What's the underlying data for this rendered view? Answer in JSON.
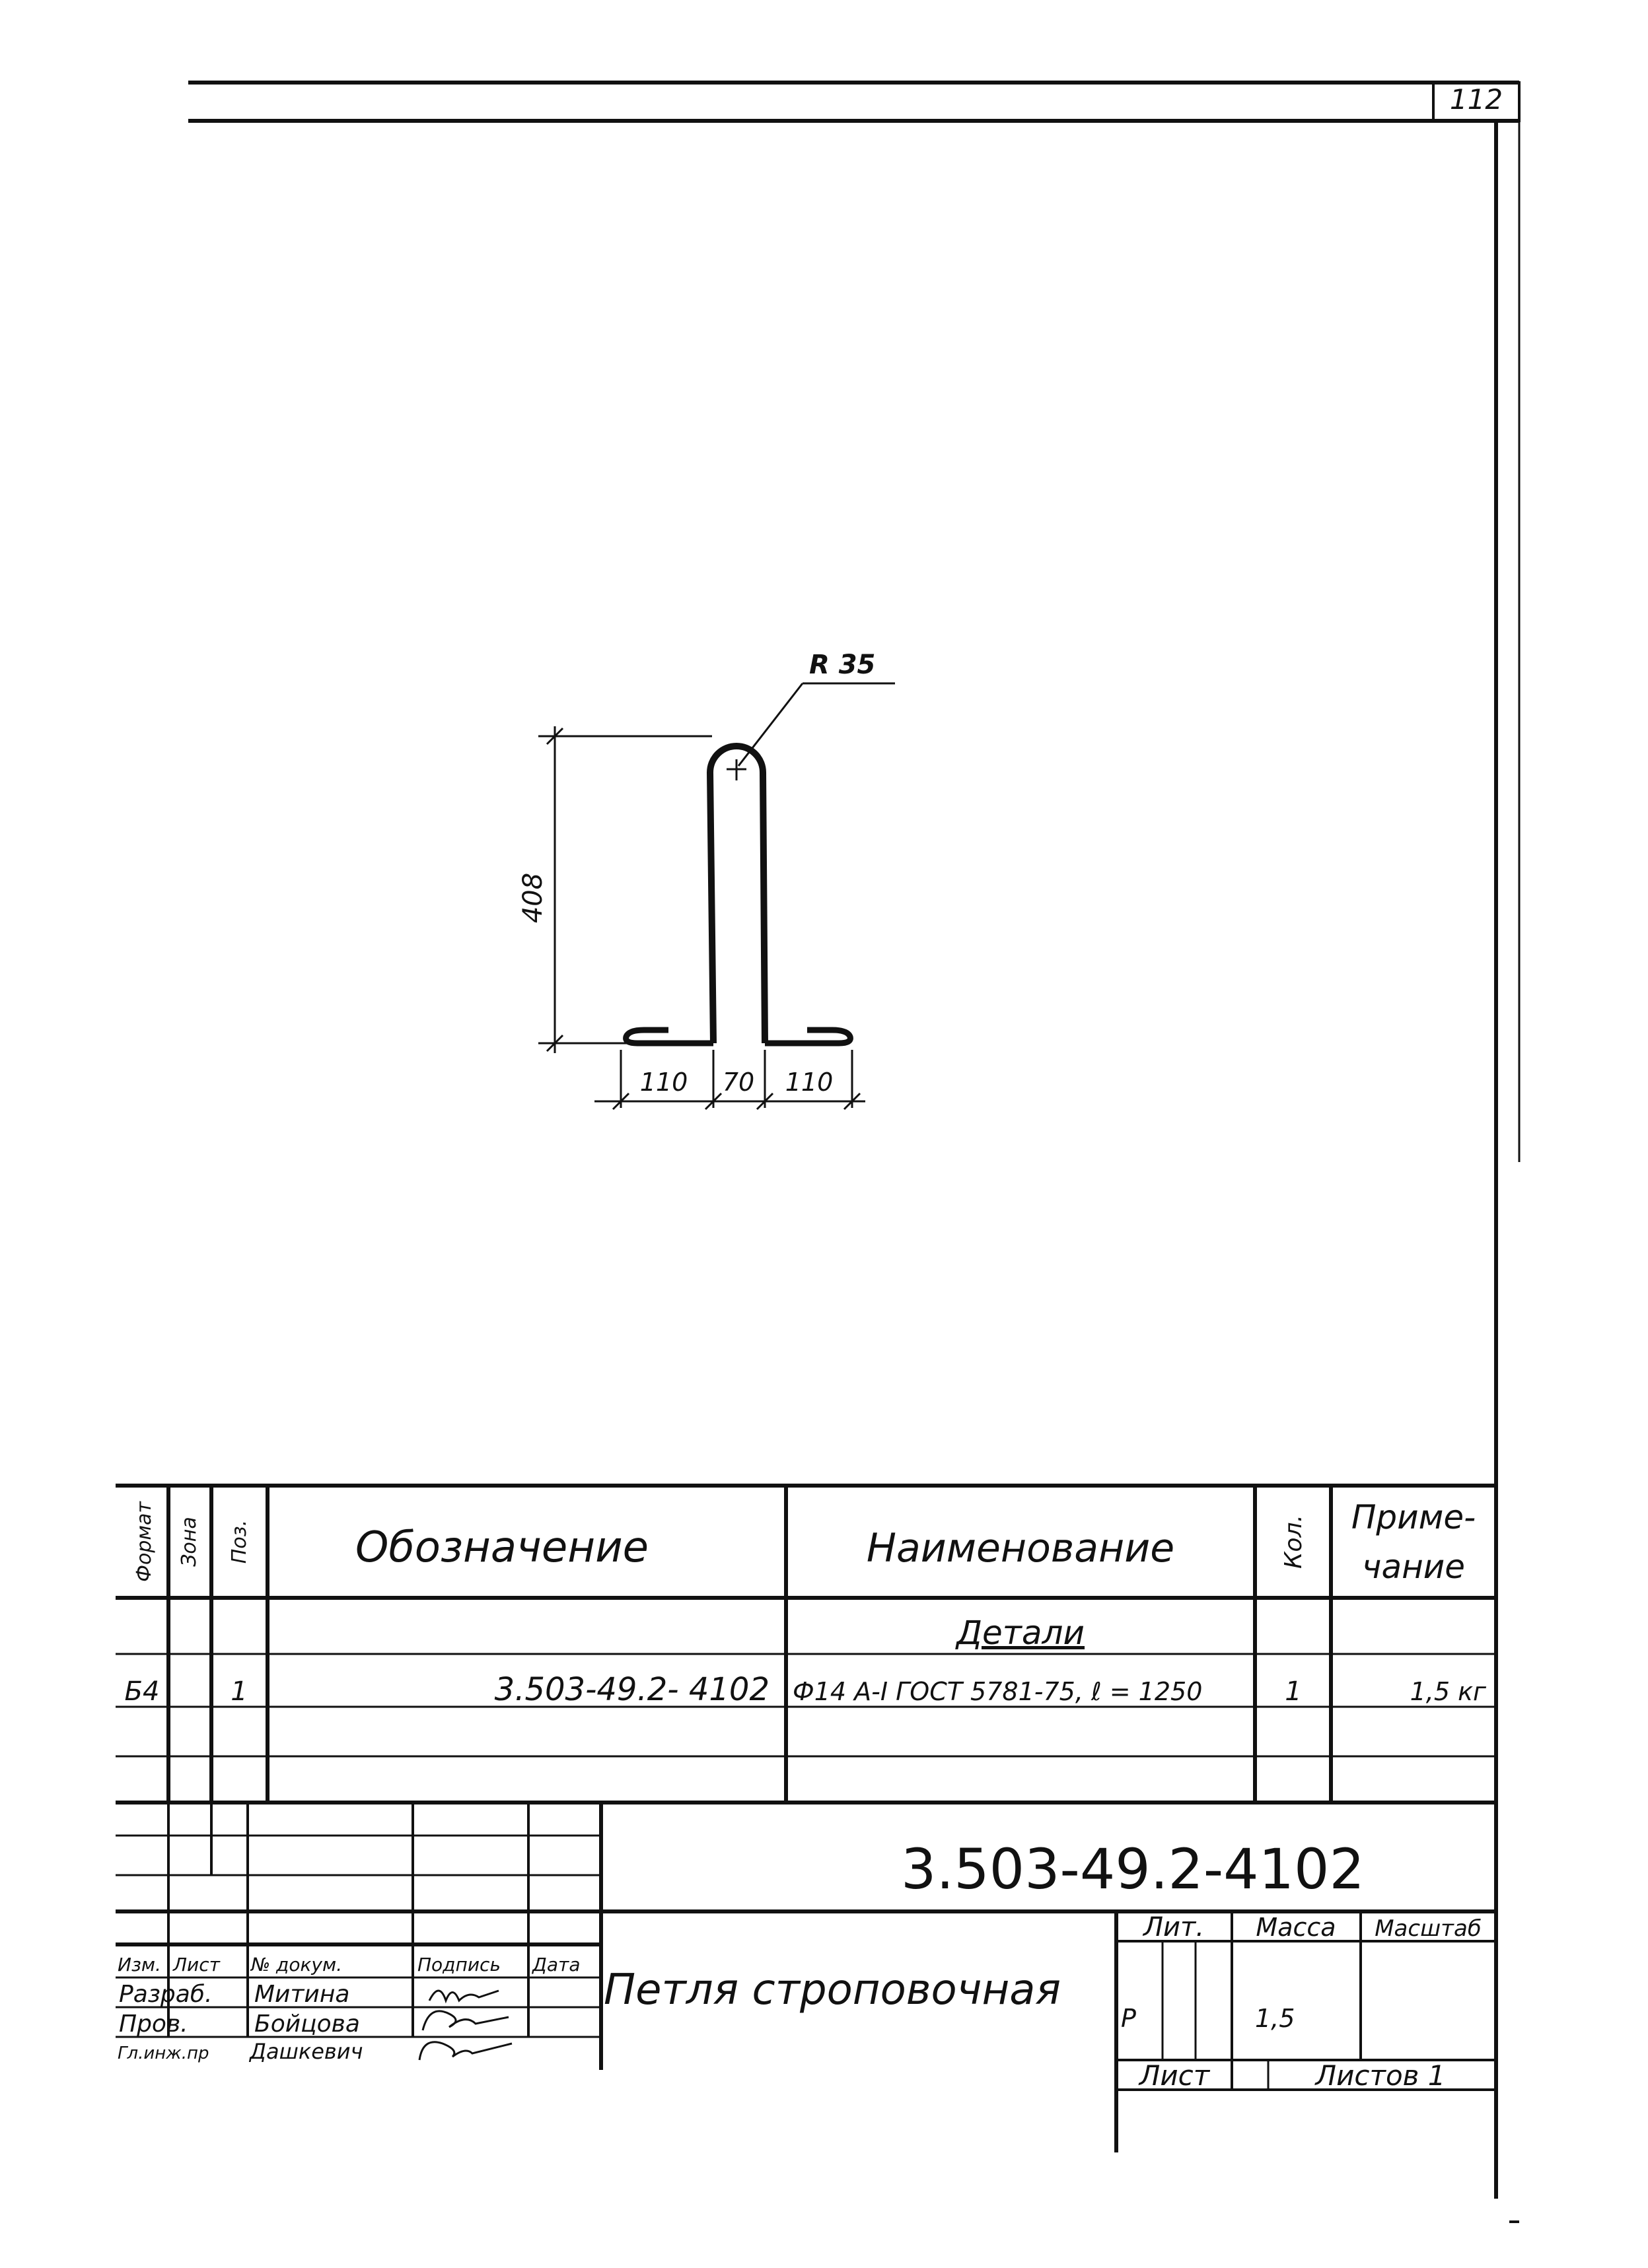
{
  "sheet_number": "112",
  "drawing": {
    "radius_label": "R 35",
    "height_label": "408",
    "dims": [
      "110",
      "70",
      "110"
    ]
  },
  "spec_table": {
    "headers": {
      "format": "Формат",
      "zone": "Зона",
      "pos": "Поз.",
      "designation": "Обозначение",
      "name": "Наименование",
      "qty": "Кол.",
      "note_line1": "Приме-",
      "note_line2": "чание"
    },
    "section_title": "Детали",
    "row": {
      "format": "Б4",
      "pos": "1",
      "designation": "3.503-49.2- 4102",
      "name": "Ф14 А-I ГОСТ 5781-75, ℓ = 1250",
      "qty": "1",
      "note": "1,5 кг"
    }
  },
  "title_block": {
    "doc_code": "3.503-49.2-4102",
    "title": "Петля строповочная",
    "labels": {
      "izm": "Изм.",
      "list": "Лист",
      "doc_no": "№ докум.",
      "signature": "Подпись",
      "date": "Дата",
      "lit": "Лит.",
      "mass": "Масса",
      "scale": "Масштаб",
      "sheet": "Лист",
      "sheets": "Листов 1"
    },
    "roles": [
      {
        "role": "Разраб.",
        "name": "Митина"
      },
      {
        "role": "Пров.",
        "name": "Бойцова"
      },
      {
        "role": "Гл.инж.пр",
        "name": "Дашкевич"
      }
    ],
    "lit_value": "Р",
    "mass_value": "1,5"
  }
}
